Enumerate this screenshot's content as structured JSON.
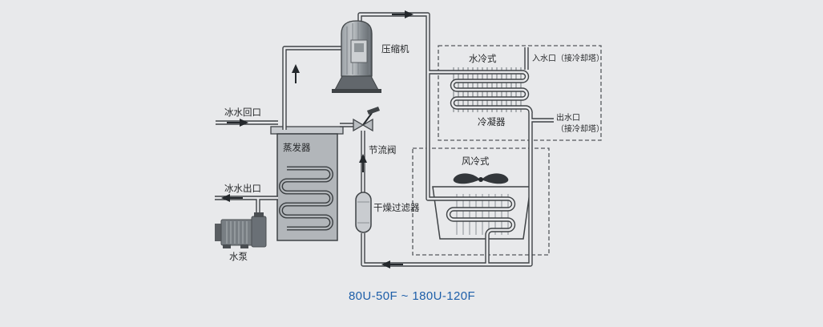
{
  "diagram": {
    "labels": {
      "compressor": "压缩机",
      "evaporator": "蒸发器",
      "throttle_valve": "节流阀",
      "dry_filter": "干燥过滤器",
      "water_cooled": "水冷式",
      "condenser": "冷凝器",
      "water_inlet": "入水口（接冷却塔）",
      "water_outlet_line1": "出水口",
      "water_outlet_line2": "（接冷却塔）",
      "air_cooled": "风冷式",
      "chilled_water_return": "冰水回口",
      "chilled_water_outlet": "冰水出口",
      "water_pump": "水泵"
    },
    "caption": "80U-50F ~ 180U-120F",
    "colors": {
      "background": "#e8e9eb",
      "line": "#3f4346",
      "caption_blue": "#1e5fa9"
    }
  }
}
